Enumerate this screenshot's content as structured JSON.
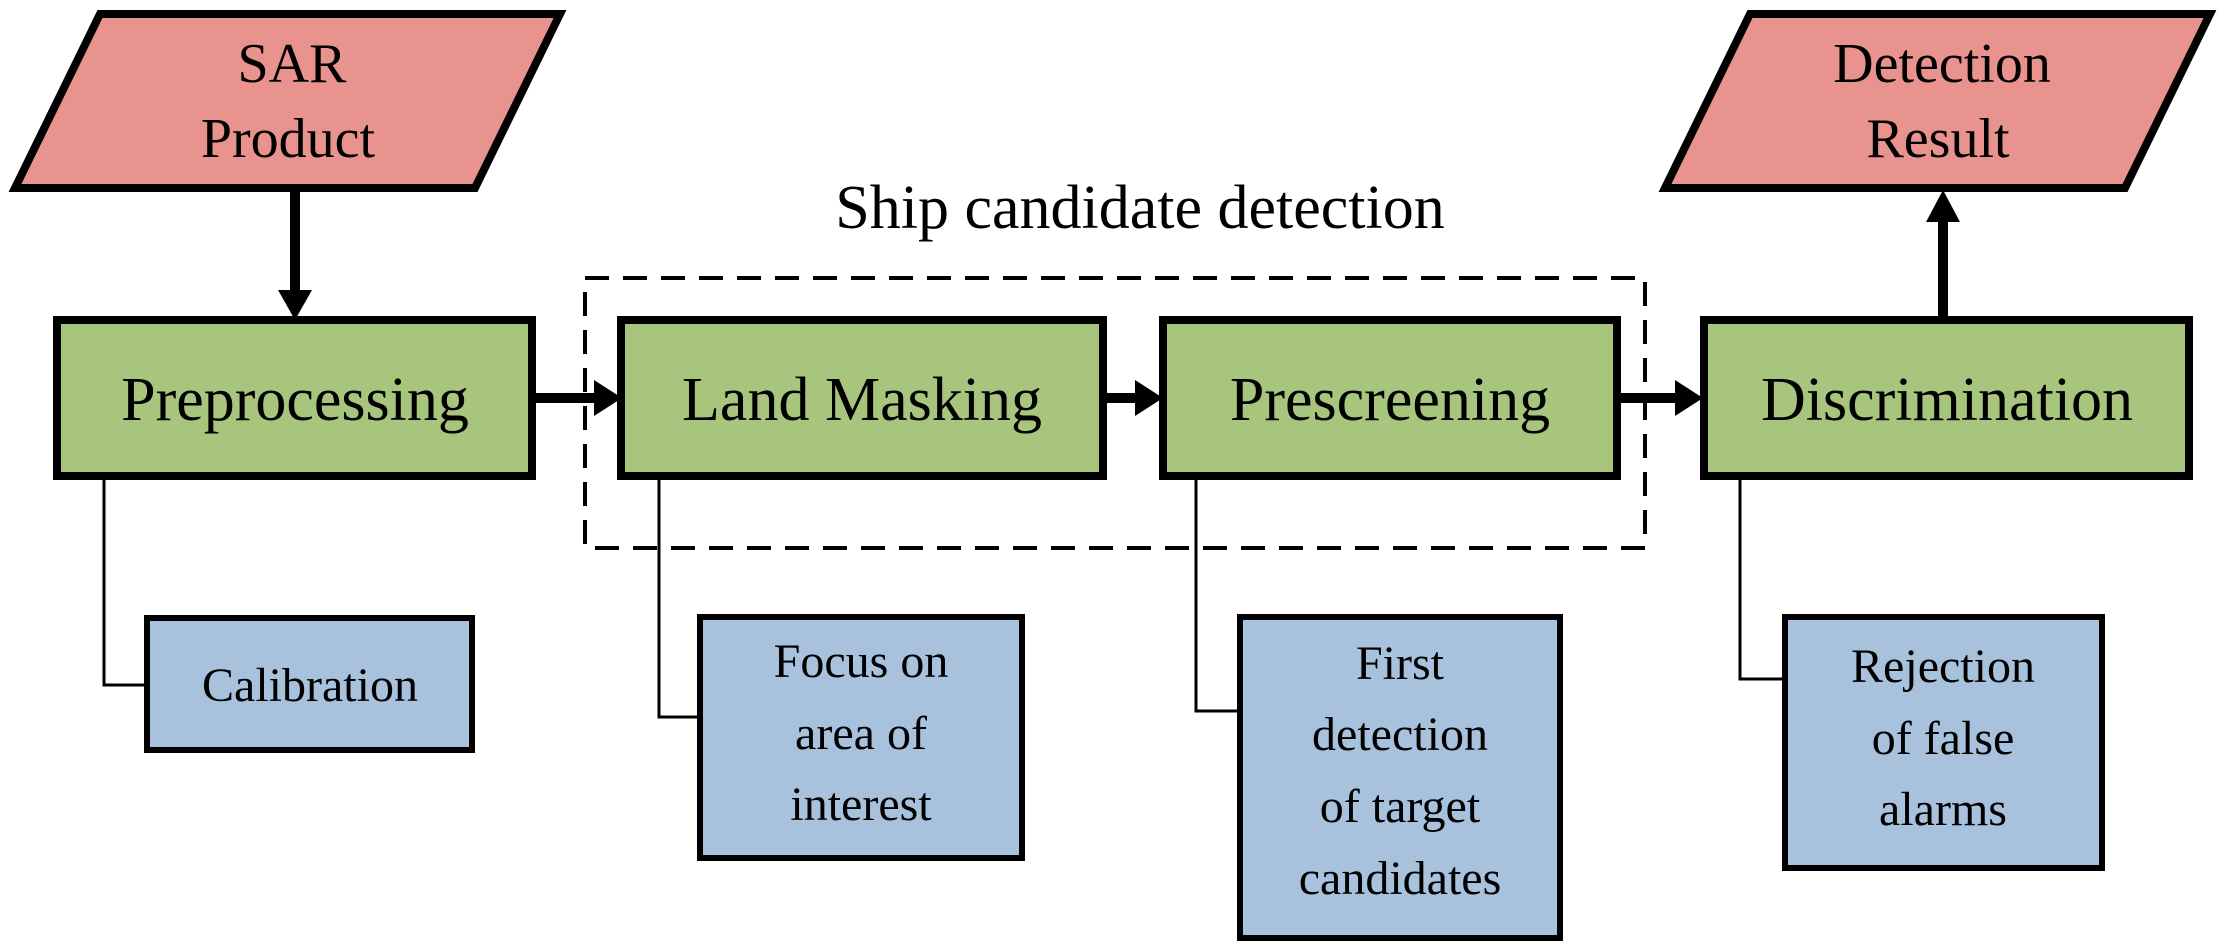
{
  "diagram": {
    "title": "Ship candidate detection",
    "colors": {
      "io_fill": "#E8938E",
      "process_fill": "#A8C57D",
      "note_fill": "#A8C2DD",
      "stroke": "#000000",
      "background": "#FFFFFF"
    },
    "nodes": {
      "sar_product": {
        "type": "io-parallelogram",
        "lines": [
          "SAR",
          "Product"
        ]
      },
      "preprocessing": {
        "type": "process",
        "label": "Preprocessing"
      },
      "land_masking": {
        "type": "process",
        "label": "Land Masking"
      },
      "prescreening": {
        "type": "process",
        "label": "Prescreening"
      },
      "discrimination": {
        "type": "process",
        "label": "Discrimination"
      },
      "detection_result": {
        "type": "io-parallelogram",
        "lines": [
          "Detection",
          "Result"
        ]
      },
      "calibration": {
        "type": "note",
        "lines": [
          "Calibration"
        ]
      },
      "focus_area": {
        "type": "note",
        "lines": [
          "Focus on",
          "area of",
          "interest"
        ]
      },
      "first_detection": {
        "type": "note",
        "lines": [
          "First",
          "detection",
          "of target",
          "candidates"
        ]
      },
      "rejection_false_alarms": {
        "type": "note",
        "lines": [
          "Rejection",
          "of false",
          "alarms"
        ]
      }
    }
  }
}
